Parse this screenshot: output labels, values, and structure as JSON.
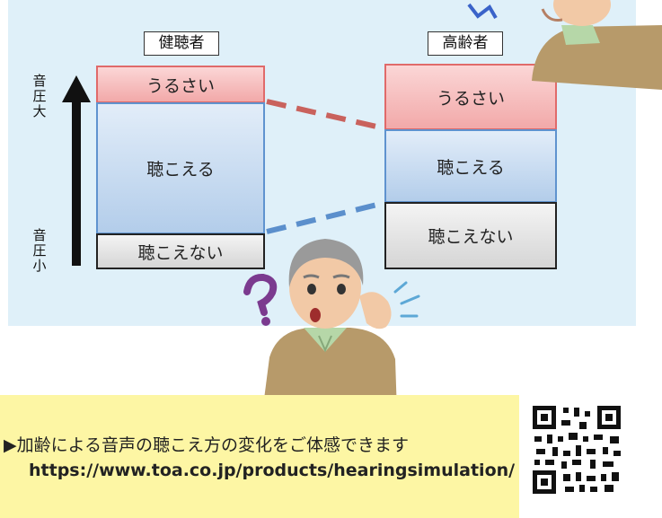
{
  "groups": {
    "healthy": "健聴者",
    "elderly": "高齢者"
  },
  "bands": {
    "loud": "うるさい",
    "audible": "聴こえる",
    "inaudible": "聴こえない"
  },
  "axis": {
    "top": "音圧\n大",
    "bottom": "音圧\n小"
  },
  "banner": {
    "line1": "▶加齢による音声の聴こえ方の変化をご体感できます",
    "url": "https://www.toa.co.jp/products/hearingsimulation/"
  },
  "icons": [
    "question-mark-icon",
    "qr-code-icon"
  ],
  "colors": {
    "panel": "#dff0f9",
    "loud": "#e06a6a",
    "audible": "#5f93cf",
    "banner": "#fdf6a4"
  }
}
